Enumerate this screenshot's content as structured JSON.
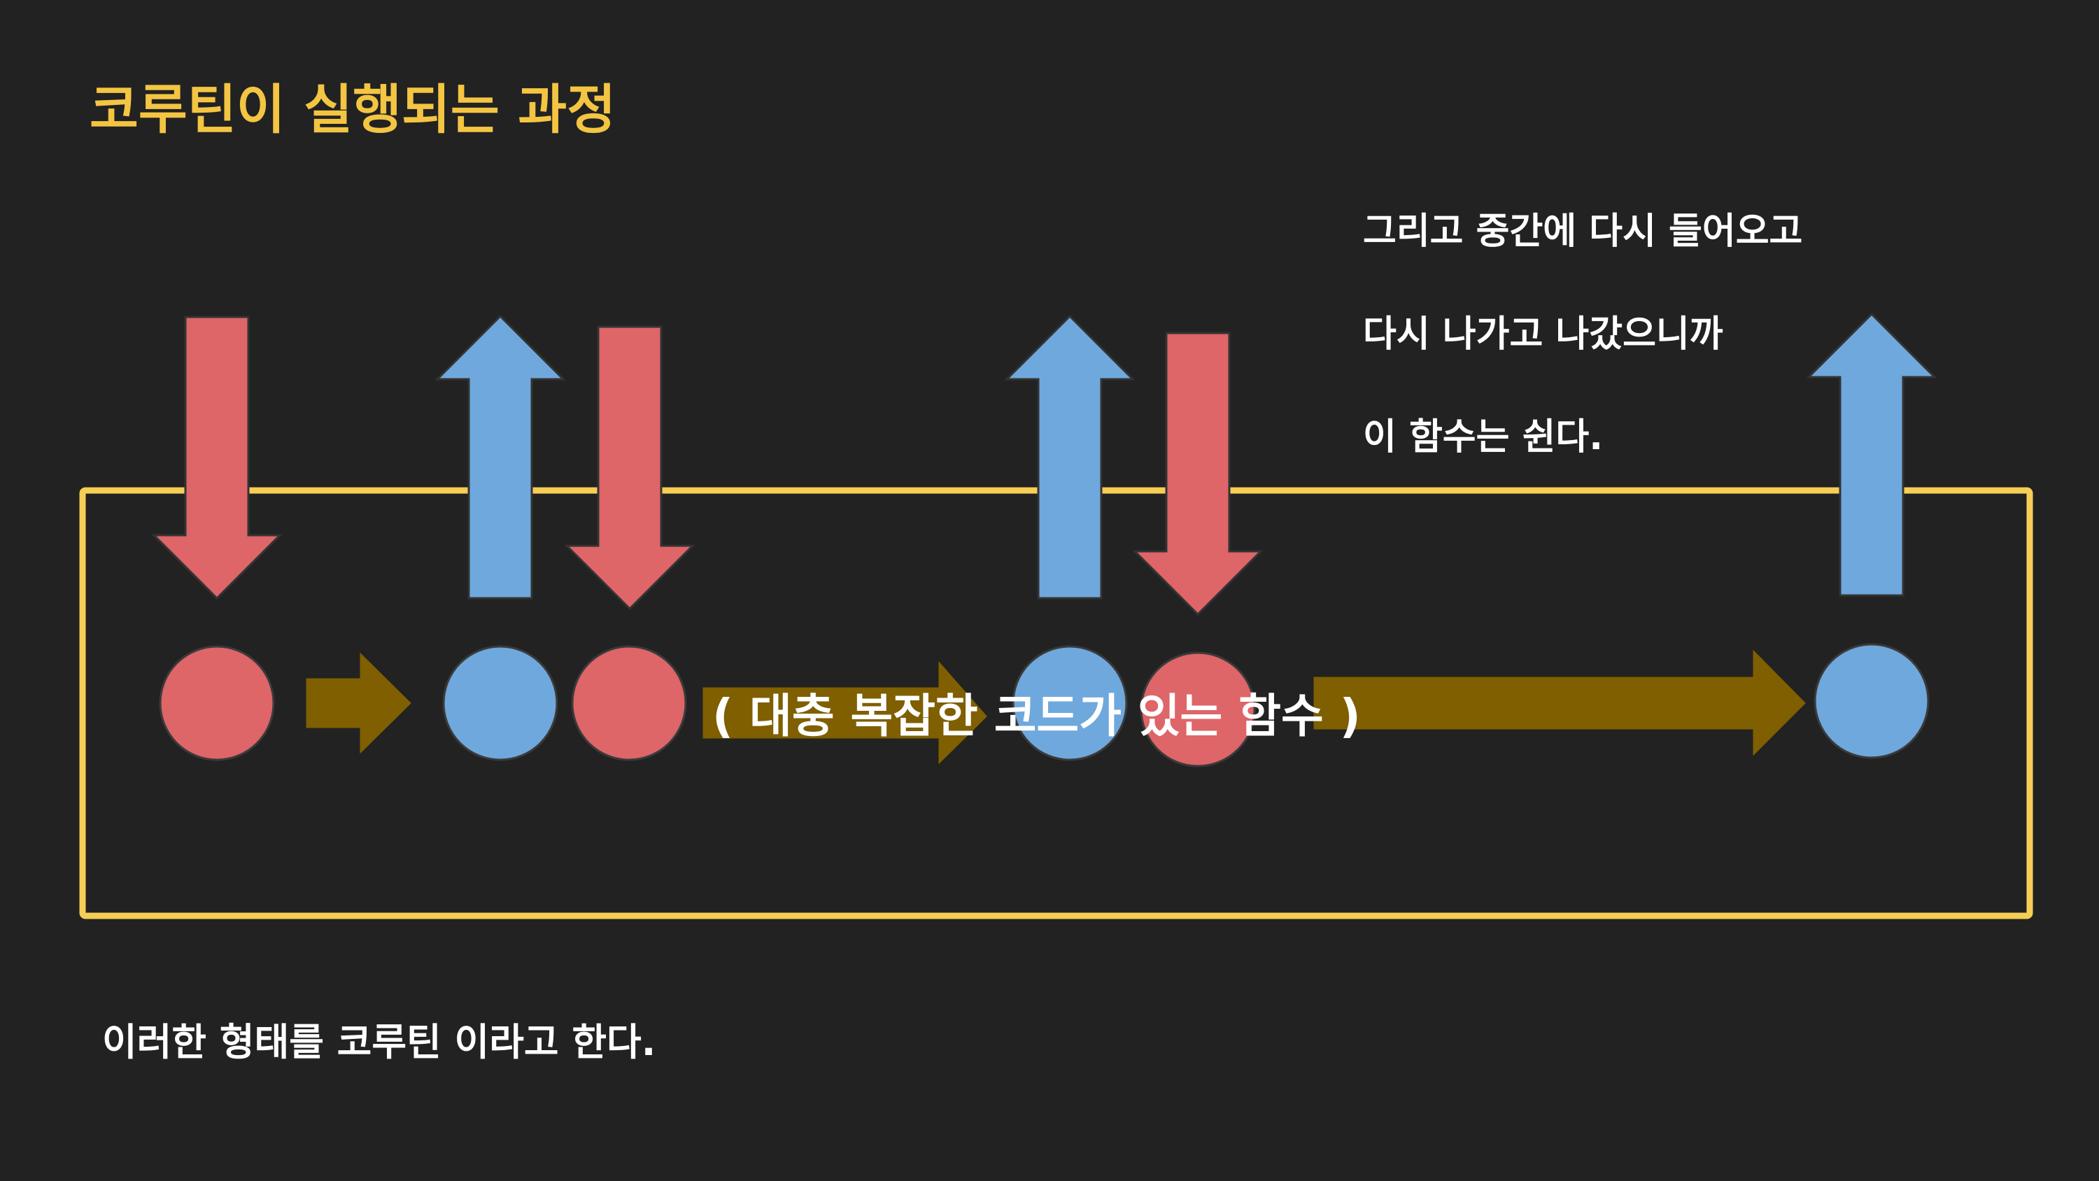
{
  "slide": {
    "title": "코루틴이 실행되는 과정",
    "notes": [
      "그리고 중간에 다시 들어오고",
      "다시 나가고 나갔으니까",
      "이 함수는 쉰다."
    ],
    "function_label": "( 대충 복잡한 코드가 있는 함수 )",
    "footer": "이러한 형태를 코루틴 이라고 한다."
  },
  "colors": {
    "background": "#222222",
    "title": "#f4c542",
    "function_box": "#f7ce55",
    "enter": "#de6568",
    "exit": "#6fa8dc",
    "flow": "#7f5f00",
    "text": "#ffffff"
  }
}
